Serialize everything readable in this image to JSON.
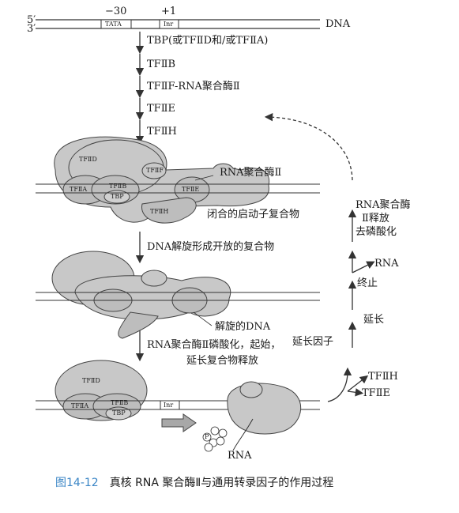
{
  "dna": {
    "five_prime": "5′",
    "three_prime": "3′",
    "pos_minus30": "−30",
    "pos_plus1": "+1",
    "tata": "TATA",
    "inr": "Inr",
    "dna_label": "DNA"
  },
  "steps": {
    "tbp": "TBP(或TFⅡD和/或TFⅡA)",
    "tfiib": "TFⅡB",
    "tfiif_pol": "TFⅡF-RNA聚合酶Ⅱ",
    "tfiie": "TFⅡE",
    "tfiih": "TFⅡH",
    "open": "DNA解旋形成开放的复合物",
    "phos_line1": "RNA聚合酶Ⅱ磷酸化，起始，",
    "phos_line2": "延长复合物释放"
  },
  "complex": {
    "tfiid": "TFⅡD",
    "tfiif": "TFⅡF",
    "tfiia": "TFⅡA",
    "tfiib": "TFⅡB",
    "tbp": "TBP",
    "tfiie": "TFⅡE",
    "tfiih": "TFⅡH",
    "pol2": "RNA聚合酶Ⅱ",
    "closed": "闭合的启动子复合物",
    "unwound": "解旋的DNA"
  },
  "bottom": {
    "tfiid": "TFⅡD",
    "tfiia": "TFⅡA",
    "tfiib": "TFⅡB",
    "tbp": "TBP",
    "inr": "Inr",
    "p": "P",
    "rna": "RNA"
  },
  "cycle": {
    "tfiih_release": "TFⅡH",
    "tfiie_release": "TFⅡE",
    "elong_factor": "延长因子",
    "elong": "延长",
    "term": "终止",
    "rna_out": "RNA",
    "release_l1": "RNA聚合酶",
    "release_l2": "Ⅱ释放",
    "release_l3": "去磷酸化"
  },
  "caption": {
    "number": "图14-12",
    "text": "真核 RNA 聚合酶Ⅱ与通用转录因子的作用过程"
  },
  "colors": {
    "protein": "#c8c8c8",
    "protein_dark": "#b0b0b0",
    "line": "#333333",
    "caption_blue": "#3b86c6"
  }
}
